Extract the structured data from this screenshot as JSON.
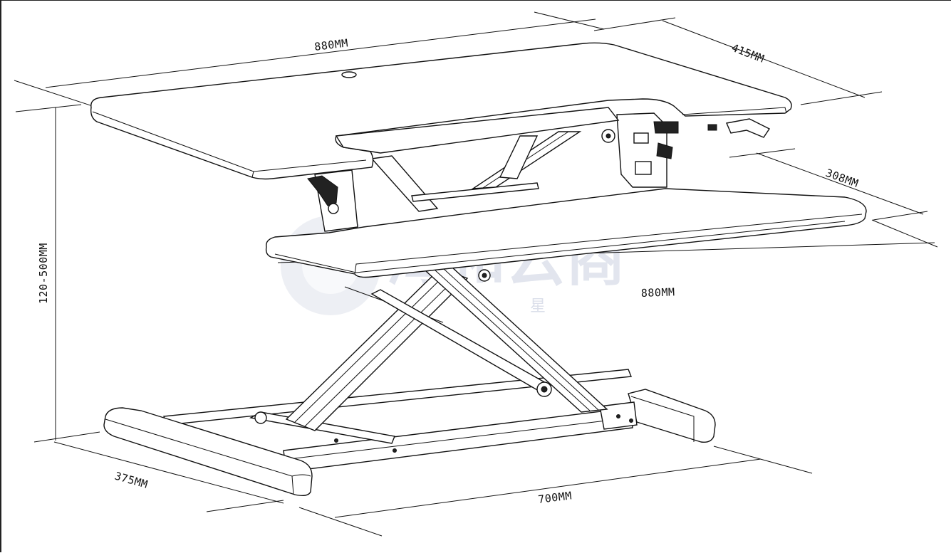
{
  "diagram": {
    "dimensions": {
      "top_width": "880MM",
      "top_depth": "415MM",
      "keyboard_depth": "308MM",
      "keyboard_width": "880MM",
      "height_range": "120-500MM",
      "base_depth": "375MM",
      "base_width": "700MM"
    },
    "watermark": {
      "text": "海和云商",
      "subtext": "星"
    }
  }
}
